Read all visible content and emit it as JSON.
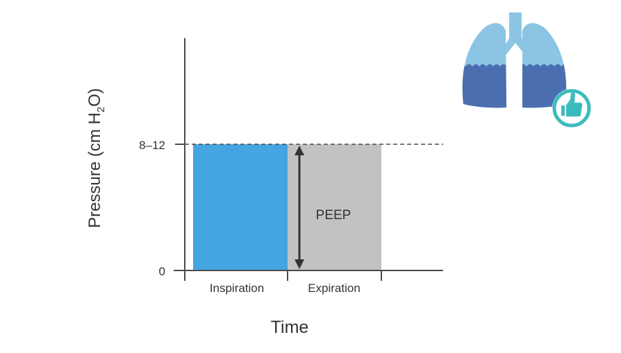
{
  "labels": {
    "y_axis_main": "Pressure (cm H",
    "y_axis_sub": "2",
    "y_axis_tail": "O)",
    "x_axis": "Time",
    "y_tick_top": "8–12",
    "y_tick_zero": "0",
    "phase_inspiration": "Inspiration",
    "phase_expiration": "Expiration",
    "peep": "PEEP"
  },
  "colors": {
    "inspiration_fill": "#45a5e2",
    "expiration_fill": "#c2c2c2",
    "axis": "#4a4a4a",
    "lung_light": "#8cc5e4",
    "lung_dark": "#4a6eb0",
    "badge": "#3bbcbc"
  },
  "icons": {
    "lungs": "lungs-icon",
    "thumbs_up": "thumbs-up-icon"
  }
}
